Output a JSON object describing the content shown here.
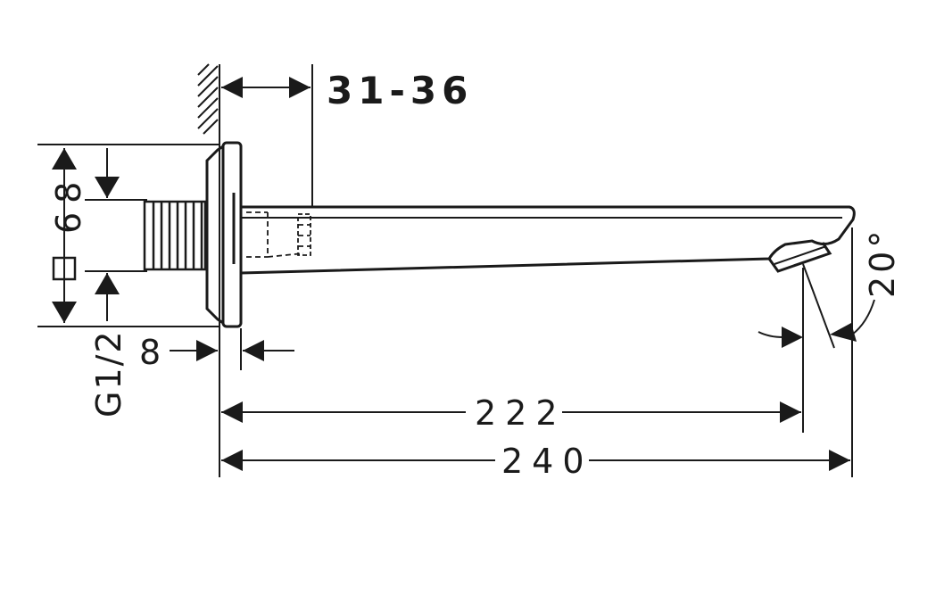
{
  "drawing": {
    "dimensions": {
      "wall_range": "31-36",
      "rosette": "68",
      "square_symbol": "□",
      "thread": "G1/2",
      "depth": "8",
      "spout_outlet": "222",
      "total_length": "240",
      "angle": "20°"
    },
    "colors": {
      "line": "#1a1a1a",
      "background": "#ffffff"
    }
  }
}
